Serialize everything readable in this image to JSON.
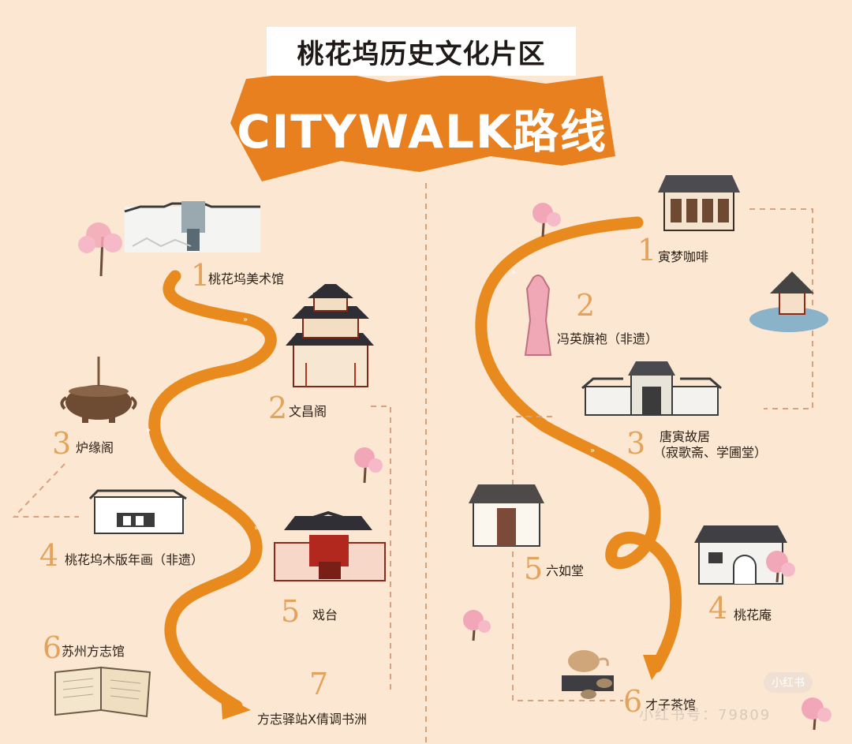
{
  "title": "桃花坞历史文化片区",
  "banner": "CITYWALK路线",
  "routes": {
    "left": [
      {
        "num": "1",
        "label": "桃花坞美术馆"
      },
      {
        "num": "2",
        "label": "文昌阁"
      },
      {
        "num": "3",
        "label": "炉缘阁"
      },
      {
        "num": "4",
        "label": "桃花坞木版年画（非遗）"
      },
      {
        "num": "5",
        "label": "戏台"
      },
      {
        "num": "6",
        "label": "苏州方志馆"
      },
      {
        "num": "7",
        "label": "方志驿站X倩调书洲"
      }
    ],
    "right": [
      {
        "num": "1",
        "label": "寅梦咖啡"
      },
      {
        "num": "2",
        "label": "冯英旗袍（非遗）"
      },
      {
        "num": "3",
        "label": "唐寅故居",
        "sub": "（寂歌斋、学圃堂）"
      },
      {
        "num": "4",
        "label": "桃花庵"
      },
      {
        "num": "5",
        "label": "六如堂"
      },
      {
        "num": "6",
        "label": "才子茶馆"
      }
    ]
  },
  "watermark": "小红书号：79809",
  "badge": "小红书",
  "colors": {
    "route": "#e98a1f",
    "banner": "#e8801f",
    "numeral": "#e3a35c",
    "background": "#fbe7d2",
    "blossom": "#f2a7b8"
  },
  "icons": [
    "museum-icon",
    "pagoda-icon",
    "incense-burner-icon",
    "woodblock-house-icon",
    "stage-icon",
    "book-icon",
    "cafe-house-icon",
    "qipao-icon",
    "residence-gate-icon",
    "pavilion-icon",
    "hall-icon",
    "temple-gate-icon",
    "teapot-icon",
    "blossom-tree-icon"
  ]
}
